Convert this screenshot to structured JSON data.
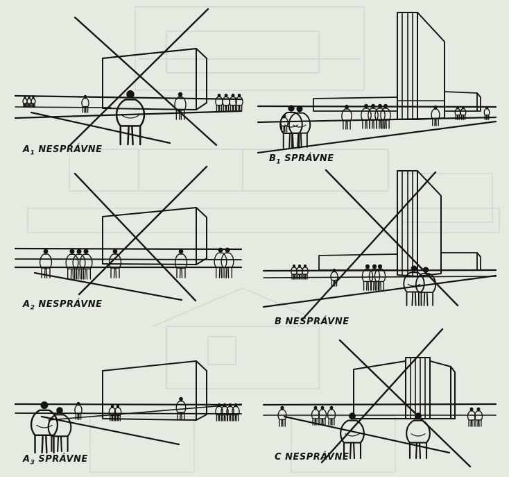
{
  "panels": [
    {
      "id": "a1",
      "letter": "A",
      "sub": "1",
      "word": "NESPRÁVNE",
      "crossed": true
    },
    {
      "id": "b1",
      "letter": "B",
      "sub": "1",
      "word": "SPRÁVNE",
      "crossed": false
    },
    {
      "id": "a2",
      "letter": "A",
      "sub": "2",
      "word": "NESPRÁVNE",
      "crossed": true
    },
    {
      "id": "b",
      "letter": "B",
      "sub": "",
      "word": "NESPRÁVNE",
      "crossed": true
    },
    {
      "id": "a3",
      "letter": "A",
      "sub": "3",
      "word": "SPRÁVNE",
      "crossed": false
    },
    {
      "id": "c",
      "letter": "C",
      "sub": "",
      "word": "NESPRÁVNE",
      "crossed": true
    }
  ],
  "colors": {
    "ink": "#141414",
    "paper": "#e6ebe2",
    "ghost": "#c6d4cb"
  }
}
